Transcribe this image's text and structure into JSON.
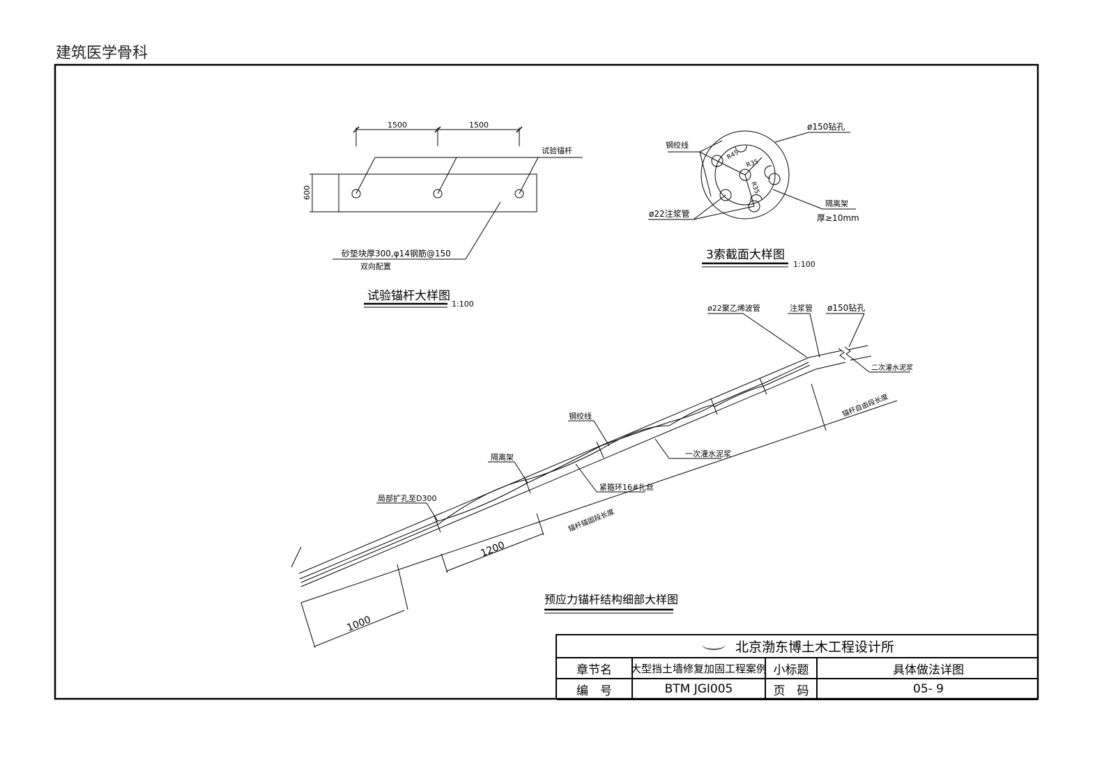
{
  "header": {
    "label": "建筑医学骨科"
  },
  "test_anchor": {
    "dim_left": "1500",
    "dim_right": "1500",
    "dim_height": "600",
    "anchor_label": "试验锚杆",
    "note_line1": "砂垫块厚300,φ14钢筋@150",
    "note_line2": "双向配置",
    "title": "试验锚杆大样图",
    "scale": "1:100"
  },
  "section": {
    "label_strand": "钢绞线",
    "label_hole": "ø150钻孔",
    "label_r45": "R45",
    "label_r35a": "R35",
    "label_r35b": "R35",
    "label_spacer": "隔离架",
    "label_thick": "厚≥10mm",
    "label_pipe": "ø22注浆管",
    "title": "3索截面大样图",
    "scale": "1:100"
  },
  "detail": {
    "label_pvc": "ø22聚乙烯波管",
    "label_grout_pipe": "注浆管",
    "label_hole": "ø150钻孔",
    "label_second_grout": "二次灌水泥浆",
    "label_free_length": "锚杆自由段长度",
    "label_strand": "钢绞线",
    "label_first_grout": "一次灌水泥浆",
    "label_spacer": "隔离架",
    "label_ring": "紧箍环16#扎丝",
    "label_expand": "局部扩孔至D300",
    "label_anchor_length": "锚杆锚固段长度",
    "dim_1200": "1200",
    "dim_1000": "1000",
    "title": "预应力锚杆结构细部大样图"
  },
  "title_block": {
    "firm": "北京渤东博土木工程设计所",
    "chapter_label": "章节名",
    "chapter_value": "大型挡土墙修复加固工程案例",
    "subtitle_label": "小标题",
    "subtitle_value": "具体做法详图",
    "number_label": "编　号",
    "number_value": "BTM JGI005",
    "page_label": "页　码",
    "page_value": "05- 9"
  }
}
